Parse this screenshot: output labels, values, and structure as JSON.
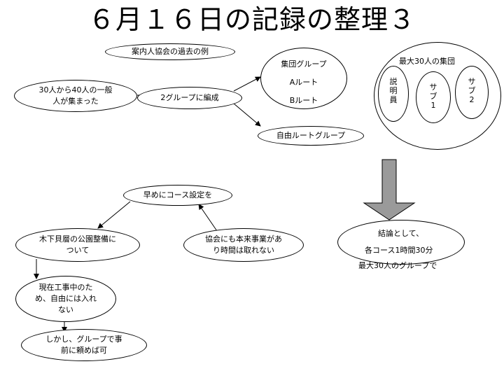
{
  "title": "６月１６日の記録の整理３",
  "past_example": "案内人協会の過去の例",
  "gathered_line1": "30人から40人の一般",
  "gathered_line2": "人が集まった",
  "two_groups": "2グループに編成",
  "group_tour": "集団グループ",
  "route_a": "Aルート",
  "route_b": "Bルート",
  "free_route": "自由ルートグループ",
  "max_group_title": "最大30人の集団",
  "explainer": "説明員",
  "sub1": "サブ1",
  "sub2": "サブ2",
  "early_course": "早めにコース設定を",
  "park_line1": "木下貝層の公園整備に",
  "park_line2": "ついて",
  "assoc_line1": "協会にも本来事業があ",
  "assoc_line2": "り時間は取れない",
  "construction_line1": "現在工事中のた",
  "construction_line2": "め、自由には入れ",
  "construction_line3": "ない",
  "however_line1": "しかし、グループで事",
  "however_line2": "前に頼めば可",
  "conclusion_line1": "結論として、",
  "conclusion_line2": "各コース1時間30分",
  "conclusion_line3": "最大30人のグループで"
}
